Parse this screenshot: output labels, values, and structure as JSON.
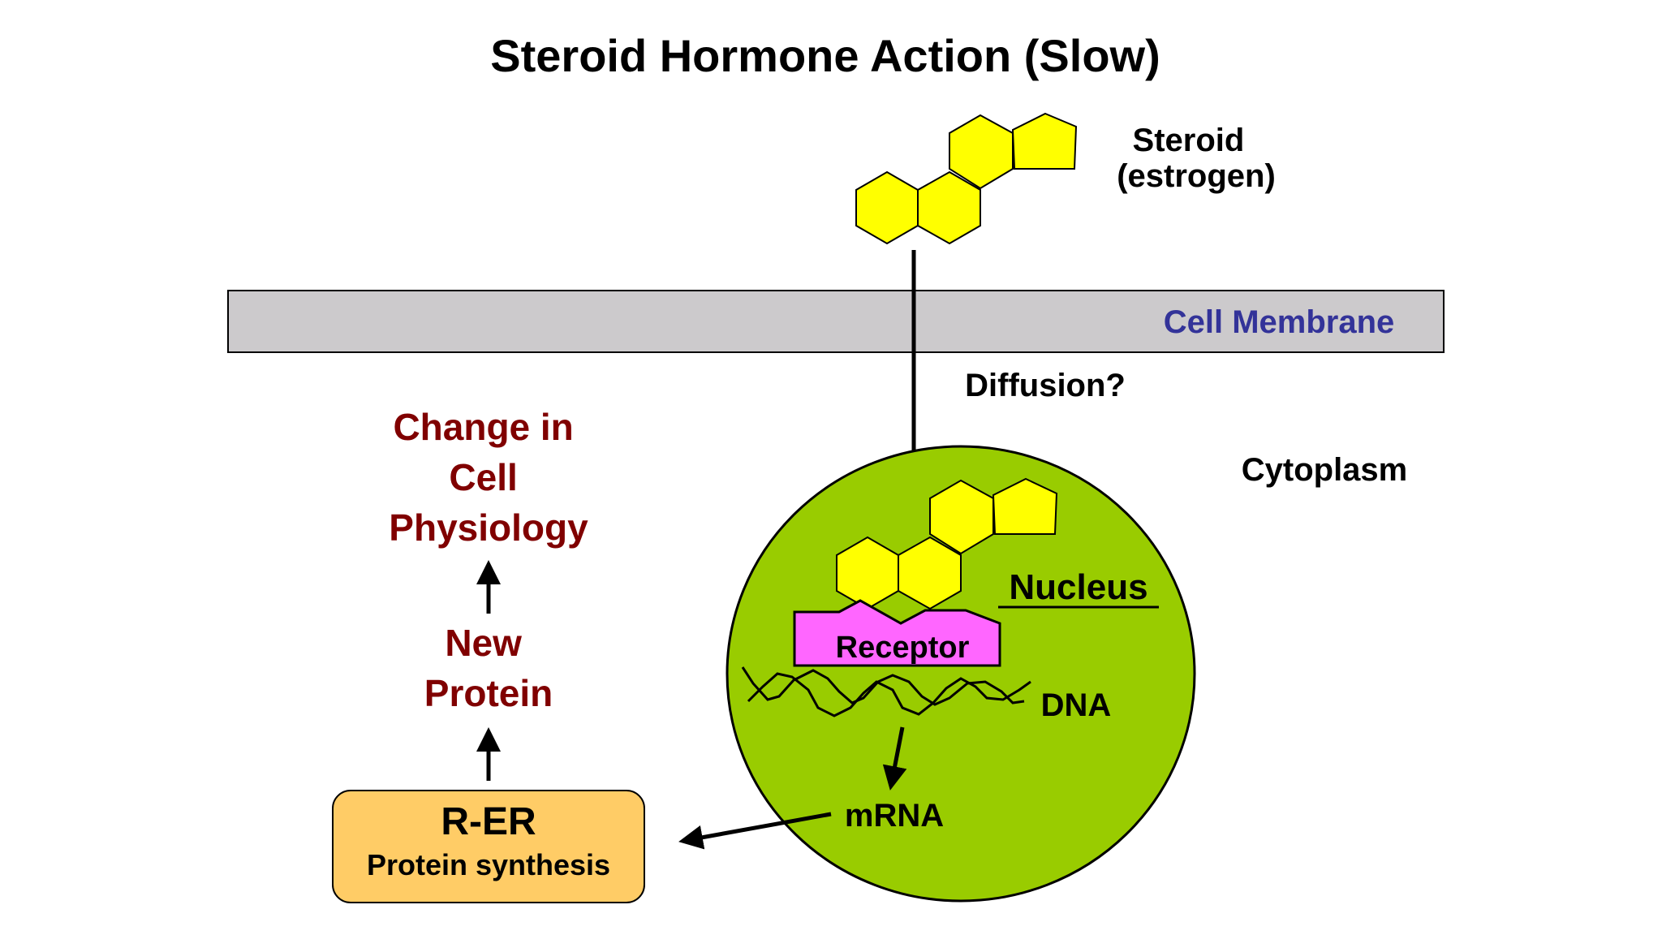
{
  "title": "Steroid Hormone Action (Slow)",
  "steroid_label": {
    "line1": "Steroid",
    "line2": "(estrogen)"
  },
  "membrane_label": "Cell Membrane",
  "diffusion_label": "Diffusion?",
  "cytoplasm_label": "Cytoplasm",
  "nucleus_label": "Nucleus",
  "receptor_label": "Receptor",
  "dna_label": "DNA",
  "mrna_label": "mRNA",
  "rer": {
    "title": "R-ER",
    "subtitle": "Protein synthesis"
  },
  "new_protein": {
    "line1": "New",
    "line2": "Protein"
  },
  "change": {
    "line1": "Change in",
    "line2": "Cell",
    "line3": "Physiology"
  },
  "colors": {
    "steroid_fill": "#ffff00",
    "membrane_fill": "#cccacc",
    "membrane_text": "#333399",
    "nucleus_fill": "#99cc00",
    "receptor_fill": "#ff66ff",
    "rer_fill": "#ffcc66",
    "outcome_text": "#800000",
    "text": "#000000"
  }
}
